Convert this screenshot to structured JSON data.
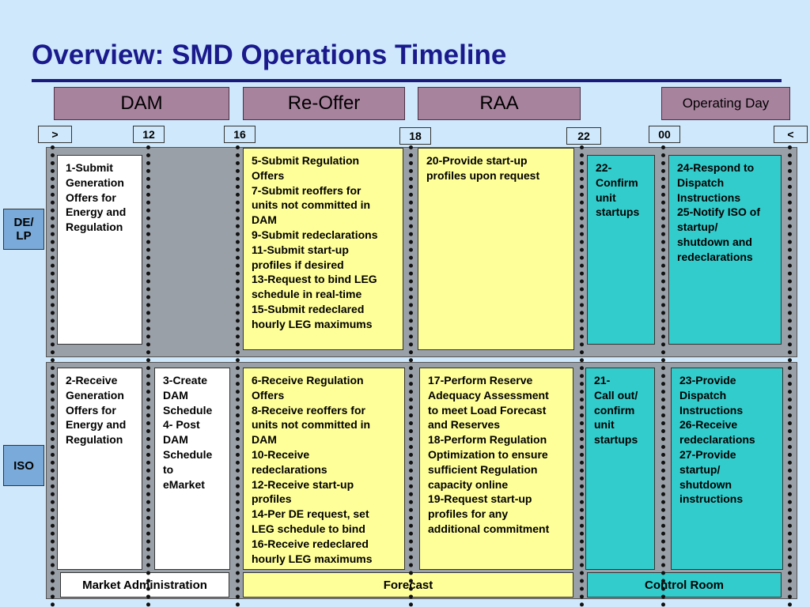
{
  "title": "Overview: SMD Operations Timeline",
  "phases": {
    "dam": "DAM",
    "reoffer": "Re-Offer",
    "raa": "RAA",
    "operating_day": "Operating Day"
  },
  "ticks": {
    "start": ">",
    "t12": "12",
    "t16": "16",
    "t18": "18",
    "t22": "22",
    "t00": "00",
    "end": "<"
  },
  "rows": {
    "de_lp": "DE/\nLP",
    "iso": "ISO"
  },
  "de_lp": {
    "submit_offers": "1-Submit\nGeneration\nOffers for\nEnergy and\nRegulation",
    "reoffer": "5-Submit Regulation\nOffers\n7-Submit reoffers for\nunits not committed in\nDAM\n9-Submit redeclarations\n11-Submit start-up\nprofiles if desired\n13-Request to bind LEG\nschedule in real-time\n15-Submit redeclared\nhourly LEG maximums",
    "raa": "20-Provide start-up\nprofiles upon request",
    "confirm": "22-\nConfirm\nunit\nstartups",
    "operating": "24-Respond to\nDispatch\nInstructions\n25-Notify ISO of\nstartup/\nshutdown and\nredeclarations"
  },
  "iso": {
    "receive_offers": "2-Receive\nGeneration\nOffers for\nEnergy and\nRegulation",
    "schedule": "3-Create\nDAM\nSchedule\n4- Post\nDAM\nSchedule\nto\neMarket",
    "reoffer": "6-Receive Regulation\nOffers\n8-Receive reoffers for\nunits not committed in\nDAM\n10-Receive\nredeclarations\n12-Receive start-up\nprofiles\n14-Per DE request, set\nLEG schedule to bind\n16-Receive redeclared\nhourly LEG maximums",
    "raa": "17-Perform Reserve\nAdequacy Assessment\nto meet Load Forecast\nand Reserves\n18-Perform Regulation\nOptimization to ensure\nsufficient Regulation\ncapacity online\n19-Request start-up\nprofiles for any\nadditional commitment",
    "callout": "21-\nCall out/\nconfirm\nunit\nstartups",
    "operating": "23-Provide\nDispatch\nInstructions\n26-Receive\nredeclarations\n27-Provide\nstartup/\nshutdown\ninstructions"
  },
  "footer": {
    "market": "Market Administration",
    "forecast": "Forecast",
    "control": "Control Room"
  },
  "colors": {
    "phase": "#a8839e",
    "yellow": "#ffff99",
    "teal": "#33cccc",
    "row_label": "#7aaad9",
    "title": "#1a1a8c"
  }
}
